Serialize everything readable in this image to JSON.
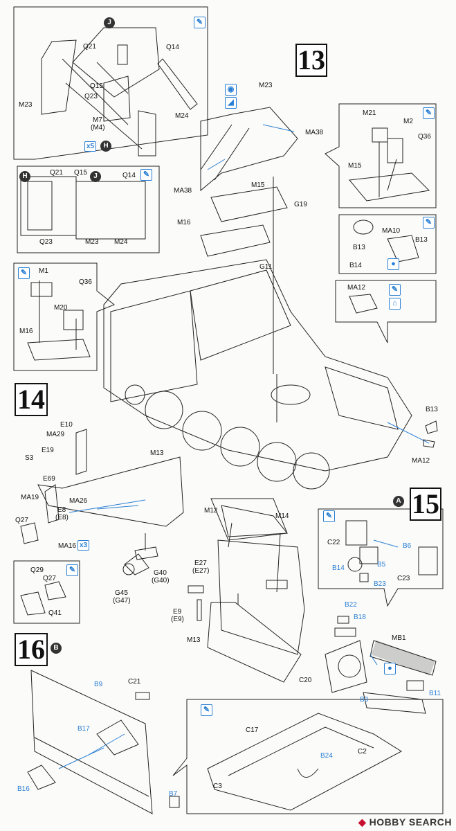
{
  "steps": {
    "s13": "13",
    "s14": "14",
    "s15": "15",
    "s16": "16"
  },
  "step_markers": {
    "A": "A",
    "B": "B"
  },
  "circle_markers": {
    "J1": "J",
    "H1": "H",
    "H2": "H",
    "J2": "J"
  },
  "counts": {
    "x5": "x5",
    "x3": "x3"
  },
  "parts": {
    "Q21a": "Q21",
    "Q14a": "Q14",
    "Q15a": "Q15",
    "Q23a": "Q23",
    "M23a": "M23",
    "M7": "M7",
    "M4": "(M4)",
    "M24a": "M24",
    "Q21b": "Q21",
    "Q15b": "Q15",
    "Q14b": "Q14",
    "Q23b": "Q23",
    "M23b": "M23",
    "M24b": "M24",
    "M23c": "M23",
    "MA38a": "MA38",
    "MA38b": "MA38",
    "M15a": "M15",
    "G19": "G19",
    "M16a": "M16",
    "G11": "G11",
    "M21": "M21",
    "M2": "M2",
    "Q36a": "Q36",
    "M15b": "M15",
    "B13a": "B13",
    "MA10": "MA10",
    "B13b": "B13",
    "B14a": "B14",
    "MA12a": "MA12",
    "M1": "M1",
    "Q36b": "Q36",
    "M20": "M20",
    "M16b": "M16",
    "B13c": "B13",
    "MA12b": "MA12",
    "E10": "E10",
    "MA29": "MA29",
    "S3": "S3",
    "E19": "E19",
    "M13a": "M13",
    "E69": "E69",
    "MA19": "MA19",
    "MA26": "MA26",
    "E8a": "E8",
    "E8b": "(E8)",
    "Q27a": "Q27",
    "MA16": "MA16",
    "Q29": "Q29",
    "Q27b": "Q27",
    "Q41": "Q41",
    "E27a": "E27",
    "E27b": "(E27)",
    "G40a": "G40",
    "G40b": "(G40)",
    "G45": "G45",
    "G47": "(G47)",
    "E9a": "E9",
    "E9b": "(E9)",
    "M12": "M12",
    "M14": "M14",
    "M13b": "M13",
    "C22": "C22",
    "B6": "B6",
    "B14b": "B14",
    "B5": "B5",
    "B23": "B23",
    "C23": "C23",
    "B22": "B22",
    "B18": "B18",
    "MB1": "MB1",
    "C20": "C20",
    "B3": "B3",
    "B11": "B11",
    "B9": "B9",
    "C21": "C21",
    "B17": "B17",
    "B16": "B16",
    "B7": "B7",
    "C17": "C17",
    "C2": "C2",
    "B24": "B24",
    "C3": "C3"
  },
  "watermark": {
    "brand": "HOBBY",
    "suffix": " SEARCH"
  },
  "colors": {
    "ink": "#111111",
    "part_blue": "#2a7fd4",
    "watermark_red": "#c8102e"
  },
  "icons": [
    "paint-brush-icon",
    "glue-icon",
    "number-circle-icon"
  ]
}
